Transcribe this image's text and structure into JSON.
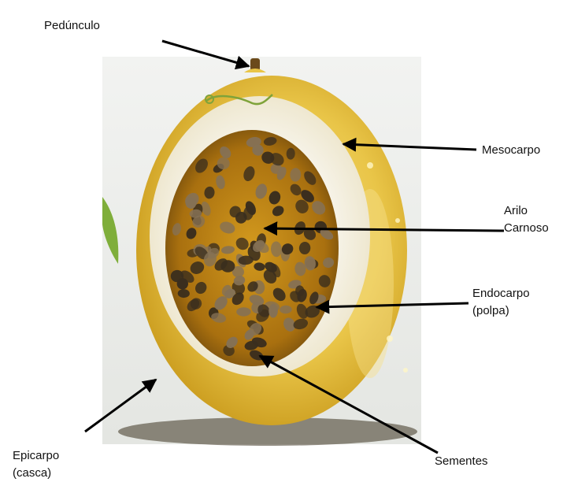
{
  "labels": {
    "peduncle": "Pedúnculo",
    "mesocarp": "Mesocarpo",
    "aril_line1": "Arilo",
    "aril_line2": "Carnoso",
    "endocarp_line1": "Endocarpo",
    "endocarp_line2": "(polpa)",
    "epicarp_line1": "Epicarpo",
    "epicarp_line2": "(casca)",
    "seeds": "Sementes"
  },
  "colors": {
    "background": "#ffffff",
    "photo_background": "#eef0ee",
    "rind_yellow": "#e9c548",
    "rind_highlight": "#f5dd7a",
    "rind_shadow": "#c99a1c",
    "mesocarp": "#f4f0e2",
    "pulp": "#c98a12",
    "pulp_dark": "#5e3e0c",
    "seed": "#3a2e1e",
    "seed_highlight": "#857155",
    "arrow": "#000000",
    "text": "#111111"
  }
}
